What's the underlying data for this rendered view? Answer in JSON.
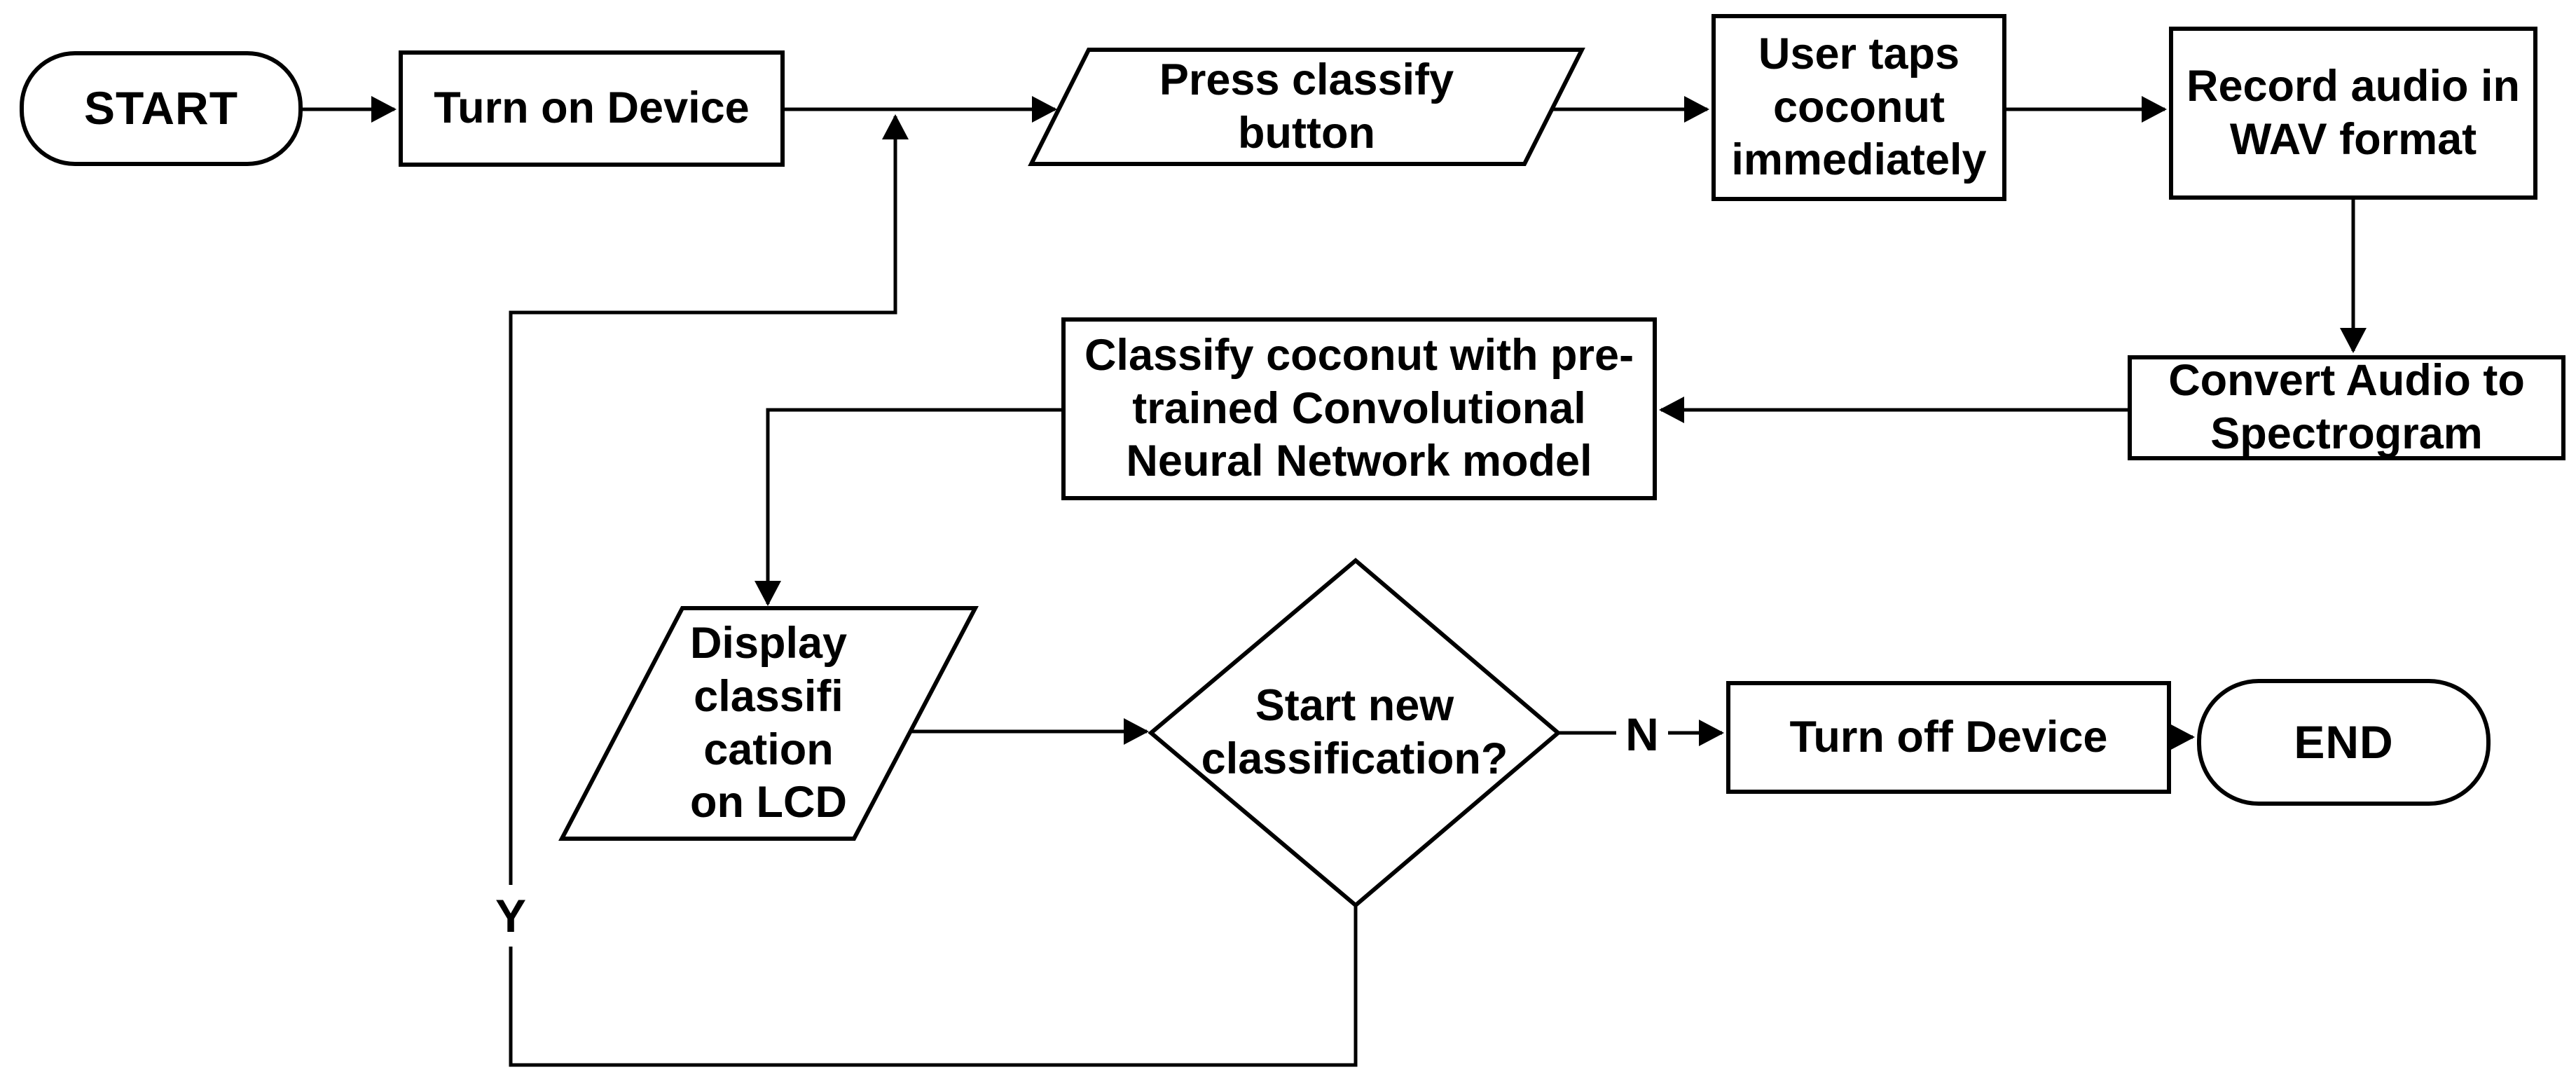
{
  "diagram": {
    "description": "Flowchart of coconut classification device workflow",
    "colors": {
      "stroke": "#000000",
      "shape_fill": "#ffffff",
      "background": "#ffffff"
    },
    "nodes": {
      "start": {
        "type": "terminator",
        "label": "START"
      },
      "turn_on_device": {
        "type": "process",
        "label": "Turn on Device"
      },
      "press_classify": {
        "type": "input-output",
        "label": "Press classify\nbutton"
      },
      "user_taps": {
        "type": "process",
        "label": "User taps\ncoconut\nimmediately"
      },
      "record_audio": {
        "type": "process",
        "label": "Record audio in\nWAV format"
      },
      "convert_audio": {
        "type": "process",
        "label": "Convert Audio to\nSpectrogram"
      },
      "classify_cnn": {
        "type": "process",
        "label": "Classify coconut with pre-\ntrained Convolutional\nNeural Network model"
      },
      "display_lcd": {
        "type": "input-output",
        "label": "Display\nclassifi\ncation\non LCD"
      },
      "decision_new_classification": {
        "type": "decision",
        "label": "Start new\nclassification?"
      },
      "turn_off_device": {
        "type": "process",
        "label": "Turn off Device"
      },
      "end": {
        "type": "terminator",
        "label": "END"
      }
    },
    "edge_labels": {
      "no": "N",
      "yes": "Y"
    }
  }
}
